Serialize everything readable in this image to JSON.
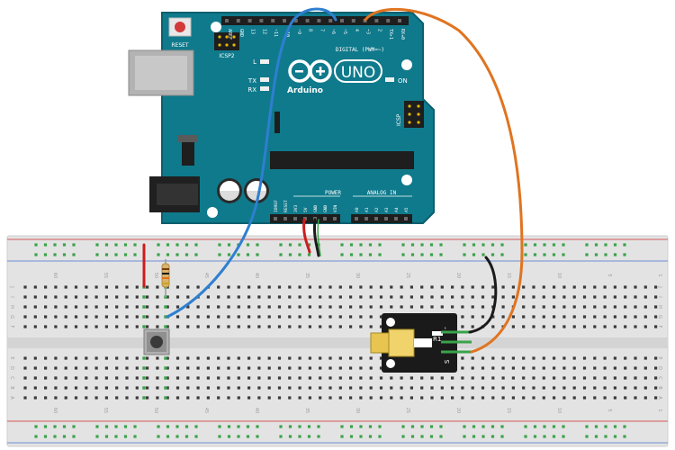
{
  "board": {
    "brand": "Arduino",
    "model": "UNO",
    "reset_label": "RESET",
    "icsp2_label": "ICSP2",
    "icsp_label": "ICSP",
    "led_l": "L",
    "led_tx": "TX",
    "led_rx": "RX",
    "led_on": "ON",
    "digital_label": "DIGITAL (PWM=~)",
    "power_label": "POWER",
    "analog_label": "ANALOG IN",
    "header_top_pins": [
      "AREF",
      "GND",
      "13",
      "12",
      "~11",
      "~10",
      "~9",
      "8",
      "7",
      "~6",
      "~5",
      "4",
      "~3",
      "2",
      "TX▸1",
      "RX◂0"
    ],
    "header_power_pins": [
      "IOREF",
      "RESET",
      "3V3",
      "5V",
      "GND",
      "GND",
      "VIN"
    ],
    "header_analog_pins": [
      "A0",
      "A1",
      "A2",
      "A3",
      "A4",
      "A5"
    ]
  },
  "breadboard": {
    "column_numbers": [
      "60",
      "55",
      "50",
      "45",
      "40",
      "35",
      "30",
      "25",
      "20",
      "15",
      "10",
      "5",
      "1"
    ],
    "row_letters_top": [
      "J",
      "I",
      "H",
      "G",
      "F"
    ],
    "row_letters_bottom": [
      "E",
      "D",
      "C",
      "B",
      "A"
    ]
  },
  "laser_module": {
    "resistor_label": "R1",
    "pin_s": "S",
    "pin_minus": "-"
  },
  "colors": {
    "board": "#0f7a8c",
    "board_edge": "#0b5f6e",
    "wire_blue": "#2f7fd0",
    "wire_orange": "#e07420",
    "wire_red": "#cc1d1d",
    "wire_black": "#1a1a1a",
    "wire_green": "#3aa34a",
    "breadboard": "#e2e2e2",
    "rail_red": "#d65a5a",
    "rail_blue": "#6b8fd6"
  }
}
